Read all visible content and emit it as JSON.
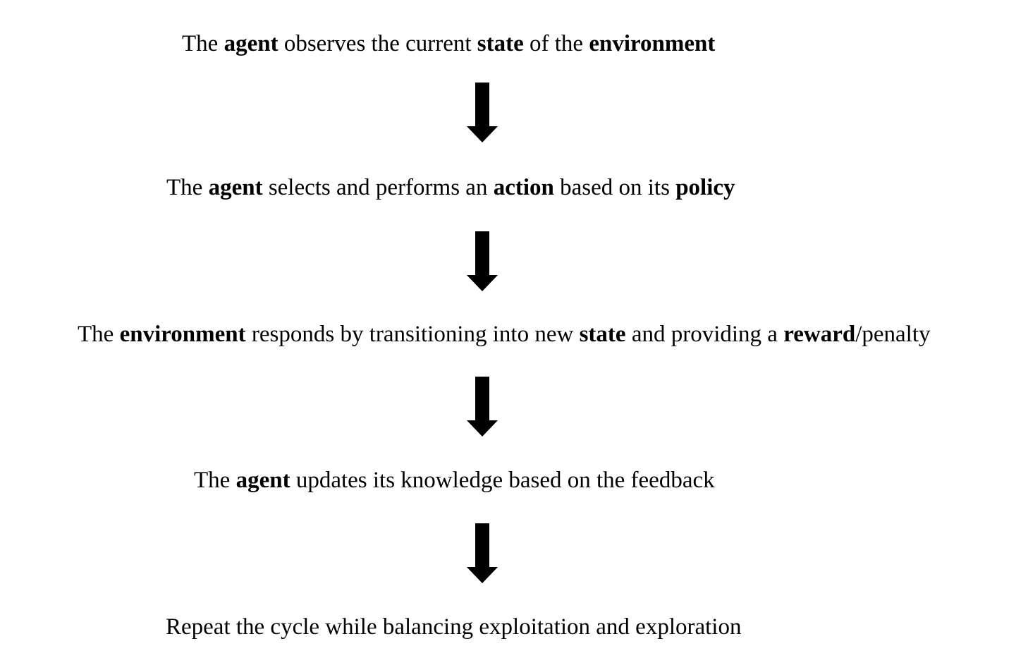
{
  "steps": [
    {
      "segments": [
        {
          "text": "The ",
          "bold": false
        },
        {
          "text": "agent",
          "bold": true
        },
        {
          "text": " observes the current ",
          "bold": false
        },
        {
          "text": "state",
          "bold": true
        },
        {
          "text": " of the ",
          "bold": false
        },
        {
          "text": "environment",
          "bold": true
        }
      ]
    },
    {
      "segments": [
        {
          "text": "The ",
          "bold": false
        },
        {
          "text": "agent",
          "bold": true
        },
        {
          "text": " selects and performs an ",
          "bold": false
        },
        {
          "text": "action",
          "bold": true
        },
        {
          "text": " based on its ",
          "bold": false
        },
        {
          "text": "policy",
          "bold": true
        }
      ]
    },
    {
      "segments": [
        {
          "text": "The ",
          "bold": false
        },
        {
          "text": "environment",
          "bold": true
        },
        {
          "text": " responds by transitioning into new ",
          "bold": false
        },
        {
          "text": "state",
          "bold": true
        },
        {
          "text": " and providing a ",
          "bold": false
        },
        {
          "text": "reward",
          "bold": true
        },
        {
          "text": "/penalty",
          "bold": false
        }
      ]
    },
    {
      "segments": [
        {
          "text": "The ",
          "bold": false
        },
        {
          "text": "agent",
          "bold": true
        },
        {
          "text": " updates its knowledge based on the feedback",
          "bold": false
        }
      ]
    },
    {
      "segments": [
        {
          "text": "Repeat the cycle while balancing exploitation and exploration",
          "bold": false
        }
      ]
    }
  ],
  "colors": {
    "text": "#000000",
    "arrow": "#000000",
    "background": "#ffffff"
  },
  "icons": {
    "connector": "down-arrow-icon"
  }
}
